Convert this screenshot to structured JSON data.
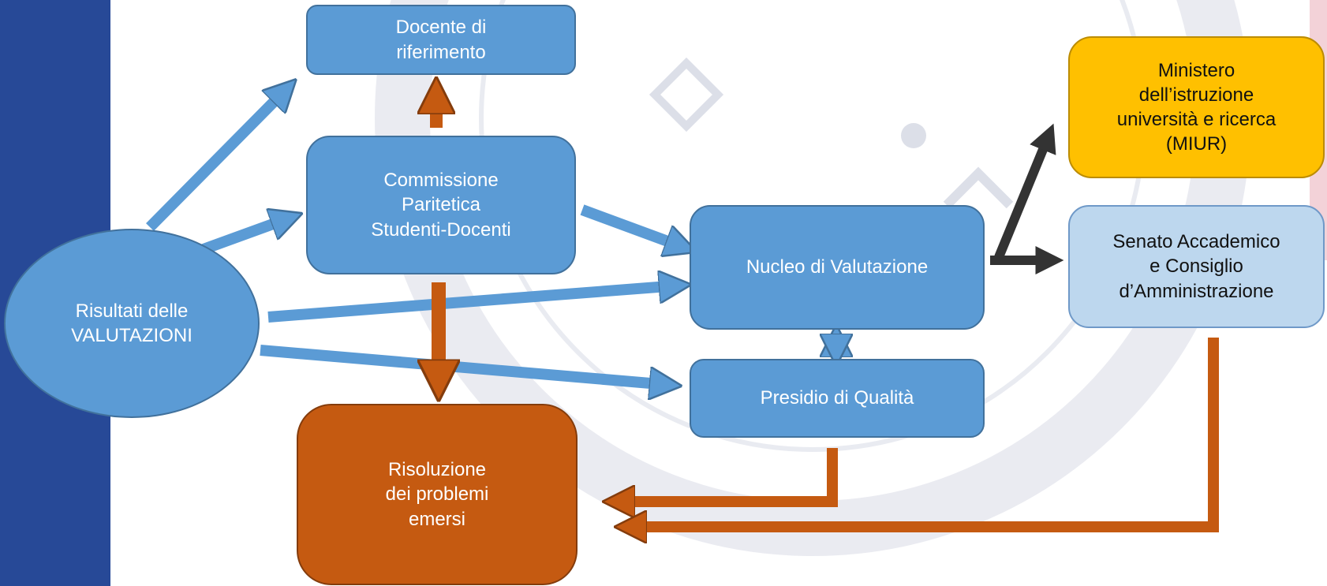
{
  "colors": {
    "sidebar": "#274997",
    "box_blue": "#5b9bd5",
    "box_orange": "#c55a11",
    "box_gold": "#ffc000",
    "box_pale_blue": "#bdd7ee",
    "arrow_blue": "#5b9bd5",
    "arrow_orange": "#c55a11",
    "arrow_dark": "#333333"
  },
  "nodes": {
    "risultati": "Risultati delle\nVALUTAZIONI",
    "docente": "Docente di\nriferimento",
    "commissione": "Commissione\nParitetica\nStudenti-Docenti",
    "nucleo": "Nucleo di Valutazione",
    "presidio": "Presidio di Qualità",
    "risoluzione": "Risoluzione\ndei problemi\nemersi",
    "ministero": "Ministero\ndell’istruzione\nuniversità e ricerca\n(MIUR)",
    "senato": "Senato Accademico\ne Consiglio\nd’Amministrazione"
  }
}
